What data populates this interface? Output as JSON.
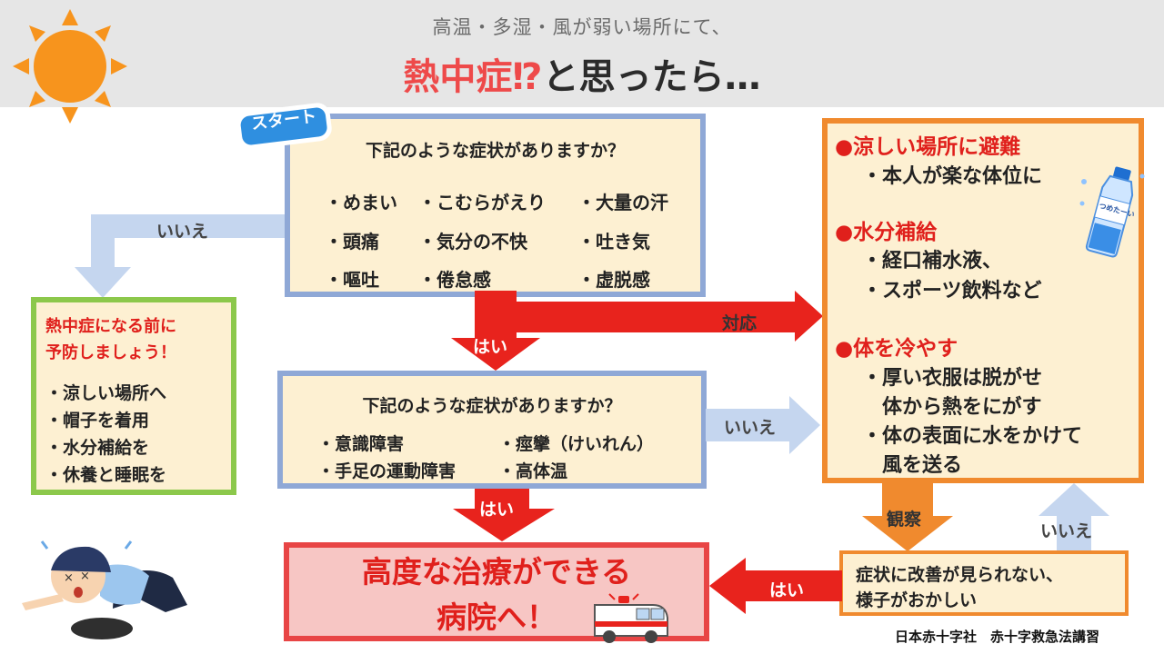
{
  "header": {
    "subtitle": "高温・多湿・風が弱い場所にて、",
    "title_red": "熱中症⁉",
    "title_rest": "と思ったら…"
  },
  "start_badge": "スタート",
  "question1": {
    "title": "下記のような症状がありますか？",
    "symptoms": [
      "・めまい",
      "・こむらがえり",
      "・大量の汗",
      "・頭痛",
      "・気分の不快",
      "・吐き気",
      "・嘔吐",
      "・倦怠感",
      "・虚脱感"
    ]
  },
  "question2": {
    "title": "下記のような症状がありますか？",
    "symptoms": [
      "・意識障害",
      "・痙攣（けいれん）",
      "・手足の運動障害",
      "・高体温"
    ]
  },
  "prevention": {
    "title_line1": "熱中症になる前に",
    "title_line2": "予防しましょう！",
    "items": [
      "・涼しい場所へ",
      "・帽子を着用",
      "・水分補給を",
      "・休養と睡眠を"
    ]
  },
  "actions": {
    "sections": [
      {
        "heading": "●涼しい場所に避難",
        "items": [
          "・本人が楽な体位に"
        ]
      },
      {
        "heading": "●水分補給",
        "items": [
          "・経口補水液、",
          "・スポーツ飲料など"
        ]
      },
      {
        "heading": "●体を冷やす",
        "items": [
          "・厚い衣服は脱がせ",
          "　体から熱をにがす",
          "・体の表面に水をかけて",
          "　風を送る"
        ]
      }
    ],
    "bottle_label": "つめたーい"
  },
  "labels": {
    "no1": "いいえ",
    "yes1": "はい",
    "respond": "対応",
    "no2": "いいえ",
    "yes2": "はい",
    "observe": "観察",
    "no3": "いいえ",
    "yes3": "はい"
  },
  "observe_box": {
    "line1": "症状に改善が見られない、",
    "line2": "様子がおかしい"
  },
  "hospital": {
    "line1": "高度な治療ができる",
    "line2": "病院へ！"
  },
  "credit": "日本赤十字社　赤十字救急法講習",
  "colors": {
    "accent_red": "#e0201c",
    "arrow_red": "#e8231d",
    "arrow_light_blue": "#c5d6ef",
    "arrow_orange": "#f08a2e",
    "box_fill": "#fdf0d2",
    "question_border": "#8fa8d6",
    "prevent_border": "#8cc84b",
    "action_border": "#f08a2e",
    "hospital_fill": "#f7c6c4"
  }
}
